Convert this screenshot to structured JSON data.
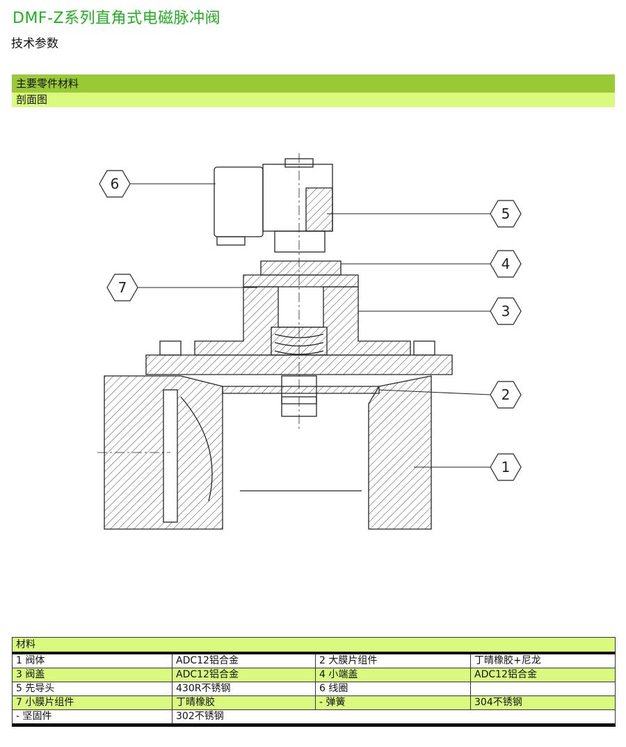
{
  "title": "DMF-Z系列直角式电磁脉冲阀",
  "subtitle": "技术参数",
  "section_header": "主要零件材料",
  "section_sub": "剖面图",
  "callouts": [
    "1",
    "2",
    "3",
    "4",
    "5",
    "6",
    "7"
  ],
  "table": {
    "header": "材料",
    "rows": [
      [
        "1  阀体",
        "ADC12铝合金",
        "2 大膜片组件",
        "丁晴橡胶+尼龙"
      ],
      [
        "3  阀盖",
        "ADC12铝合金",
        "4  小端盖",
        "ADC12铝合金"
      ],
      [
        "5  先导头",
        "430R不锈钢",
        "6  线圈",
        ""
      ],
      [
        "7  小膜片组件",
        "丁晴橡胶",
        "-  弹簧",
        "304不锈钢"
      ],
      [
        "-  坚固件",
        "302不锈钢",
        "",
        ""
      ]
    ]
  }
}
